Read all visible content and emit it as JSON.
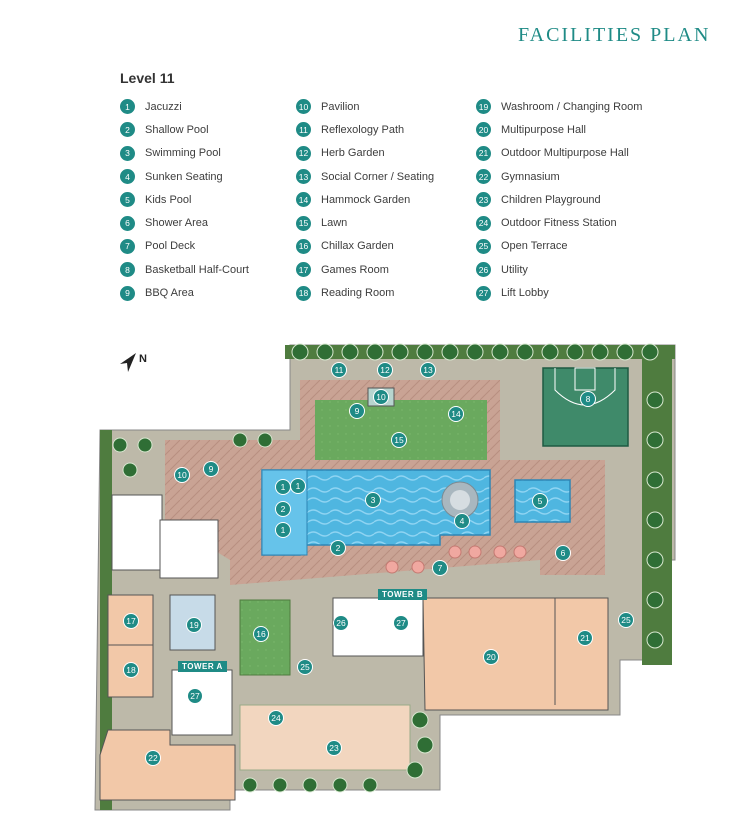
{
  "header": {
    "title": "FACILITIES PLAN",
    "level": "Level 11"
  },
  "legend": {
    "col1": [
      {
        "n": "1",
        "label": "Jacuzzi"
      },
      {
        "n": "2",
        "label": "Shallow Pool"
      },
      {
        "n": "3",
        "label": "Swimming Pool"
      },
      {
        "n": "4",
        "label": "Sunken Seating"
      },
      {
        "n": "5",
        "label": "Kids Pool"
      },
      {
        "n": "6",
        "label": "Shower Area"
      },
      {
        "n": "7",
        "label": "Pool Deck"
      },
      {
        "n": "8",
        "label": "Basketball Half-Court"
      },
      {
        "n": "9",
        "label": "BBQ Area"
      }
    ],
    "col2": [
      {
        "n": "10",
        "label": "Pavilion"
      },
      {
        "n": "11",
        "label": "Reflexology Path"
      },
      {
        "n": "12",
        "label": "Herb Garden"
      },
      {
        "n": "13",
        "label": "Social Corner / Seating"
      },
      {
        "n": "14",
        "label": "Hammock Garden"
      },
      {
        "n": "15",
        "label": "Lawn"
      },
      {
        "n": "16",
        "label": "Chillax Garden"
      },
      {
        "n": "17",
        "label": "Games Room"
      },
      {
        "n": "18",
        "label": "Reading Room"
      }
    ],
    "col3": [
      {
        "n": "19",
        "label": "Washroom / Changing Room"
      },
      {
        "n": "20",
        "label": "Multipurpose Hall"
      },
      {
        "n": "21",
        "label": "Outdoor Multipurpose Hall"
      },
      {
        "n": "22",
        "label": "Gymnasium"
      },
      {
        "n": "23",
        "label": "Children Playground"
      },
      {
        "n": "24",
        "label": "Outdoor Fitness Station"
      },
      {
        "n": "25",
        "label": "Open Terrace"
      },
      {
        "n": "26",
        "label": "Utility"
      },
      {
        "n": "27",
        "label": "Lift Lobby"
      }
    ]
  },
  "map": {
    "north": "N",
    "towers": {
      "a": "TOWER A",
      "b": "TOWER B"
    },
    "markers": [
      "1",
      "1",
      "1",
      "2",
      "2",
      "3",
      "4",
      "5",
      "6",
      "7",
      "8",
      "9",
      "9",
      "10",
      "10",
      "11",
      "12",
      "13",
      "14",
      "15",
      "16",
      "17",
      "18",
      "19",
      "20",
      "21",
      "22",
      "23",
      "24",
      "25",
      "25",
      "26",
      "27",
      "27"
    ]
  },
  "colors": {
    "accent": "#1f8b86",
    "pool": "#4fb6e0",
    "lawn": "#6aa95e",
    "deck": "#c9a394",
    "room": "#f2c8a8",
    "paving": "#bdb9a9"
  }
}
